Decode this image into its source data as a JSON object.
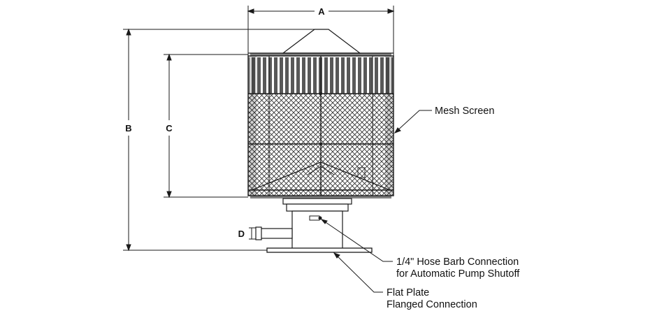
{
  "dimensions": {
    "a": "A",
    "b": "B",
    "c": "C",
    "d": "D"
  },
  "callouts": {
    "mesh_screen": "Mesh Screen",
    "hose_barb_line1": "1/4\" Hose Barb Connection",
    "hose_barb_line2": "for Automatic Pump Shutoff",
    "flat_plate_line1": "Flat Plate",
    "flat_plate_line2": "Flanged Connection"
  },
  "colors": {
    "line": "#1a1a1a",
    "mesh": "#2a2a2a",
    "background": "#ffffff"
  }
}
